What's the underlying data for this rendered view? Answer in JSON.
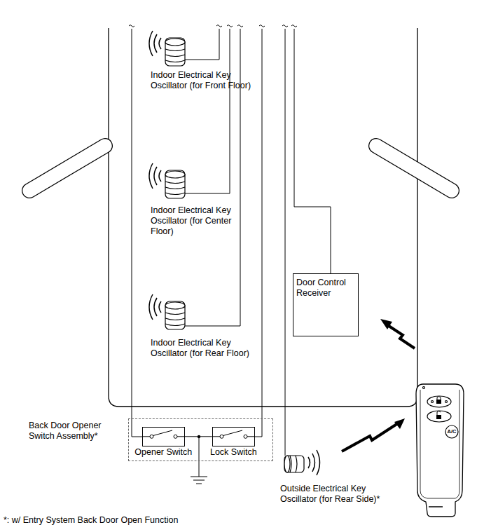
{
  "diagram": {
    "nodes": [
      {
        "text": [
          "Door Control Receiver"
        ]
      },
      {
        "text": [
          "Back Door Opener Switch Assembly*"
        ]
      },
      {
        "text": [
          "Opener Switch"
        ],
        "in": 1
      },
      {
        "text": [
          "Lock Switch"
        ],
        "in": 1
      }
    ],
    "edges": [
      {
        "from": 2,
        "to": 3,
        "arrow": "none"
      }
    ],
    "labels": [
      "Indoor Electrical Key Oscillator (for Front Floor)",
      "Indoor Electrical Key Oscillator (for Center Floor)",
      "Indoor Electrical Key Oscillator (for Rear Floor)",
      "A/C",
      "Outside Electrical Key Oscillator (for Rear Side)*",
      "*: w/ Entry System Back Door Open Function"
    ]
  }
}
